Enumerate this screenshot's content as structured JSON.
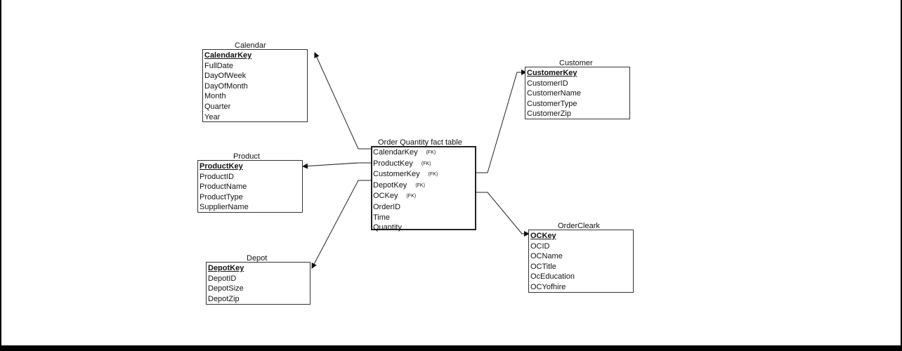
{
  "diagram": {
    "entities": [
      {
        "id": "calendar",
        "title": "Calendar",
        "attributes": [
          {
            "name": "CalendarKey",
            "pk": true
          },
          {
            "name": "FullDate"
          },
          {
            "name": "DayOfWeek"
          },
          {
            "name": "DayOfMonth"
          },
          {
            "name": "Month"
          },
          {
            "name": "Quarter"
          },
          {
            "name": "Year"
          }
        ]
      },
      {
        "id": "product",
        "title": "Product",
        "attributes": [
          {
            "name": "ProductKey",
            "pk": true
          },
          {
            "name": "ProductID"
          },
          {
            "name": "ProductName"
          },
          {
            "name": "ProductType"
          },
          {
            "name": "SupplierName"
          }
        ]
      },
      {
        "id": "depot",
        "title": "Depot",
        "attributes": [
          {
            "name": "DepotKey",
            "pk": true
          },
          {
            "name": "DepotID"
          },
          {
            "name": "DepotSize"
          },
          {
            "name": "DepotZip"
          }
        ]
      },
      {
        "id": "customer",
        "title": "Customer",
        "attributes": [
          {
            "name": "CustomerKey",
            "pk": true
          },
          {
            "name": "CustomerID"
          },
          {
            "name": "CustomerName"
          },
          {
            "name": "CustomerType"
          },
          {
            "name": "CustomerZip"
          }
        ]
      },
      {
        "id": "orderclerk",
        "title": "OrderCleark",
        "attributes": [
          {
            "name": "OCKey",
            "pk": true
          },
          {
            "name": "OCID"
          },
          {
            "name": "OCName"
          },
          {
            "name": "OCTitle"
          },
          {
            "name": "OcEducation"
          },
          {
            "name": "OCYofhire"
          }
        ]
      },
      {
        "id": "fact",
        "title": "Order Quantity fact table",
        "attributes": [
          {
            "name": "CalendarKey",
            "fk": "(FK)"
          },
          {
            "name": "ProductKey",
            "fk": "(FK)"
          },
          {
            "name": "CustomerKey",
            "fk": "(FK)"
          },
          {
            "name": "DepotKey",
            "fk": "(FK)"
          },
          {
            "name": "OCKey",
            "fk": "(FK)"
          },
          {
            "name": "OrderID"
          },
          {
            "name": "Time"
          },
          {
            "name": "Quantity"
          }
        ]
      }
    ],
    "relationships": [
      {
        "from": "fact",
        "to": "calendar"
      },
      {
        "from": "fact",
        "to": "product"
      },
      {
        "from": "fact",
        "to": "depot"
      },
      {
        "from": "fact",
        "to": "customer"
      },
      {
        "from": "fact",
        "to": "orderclerk"
      }
    ]
  }
}
